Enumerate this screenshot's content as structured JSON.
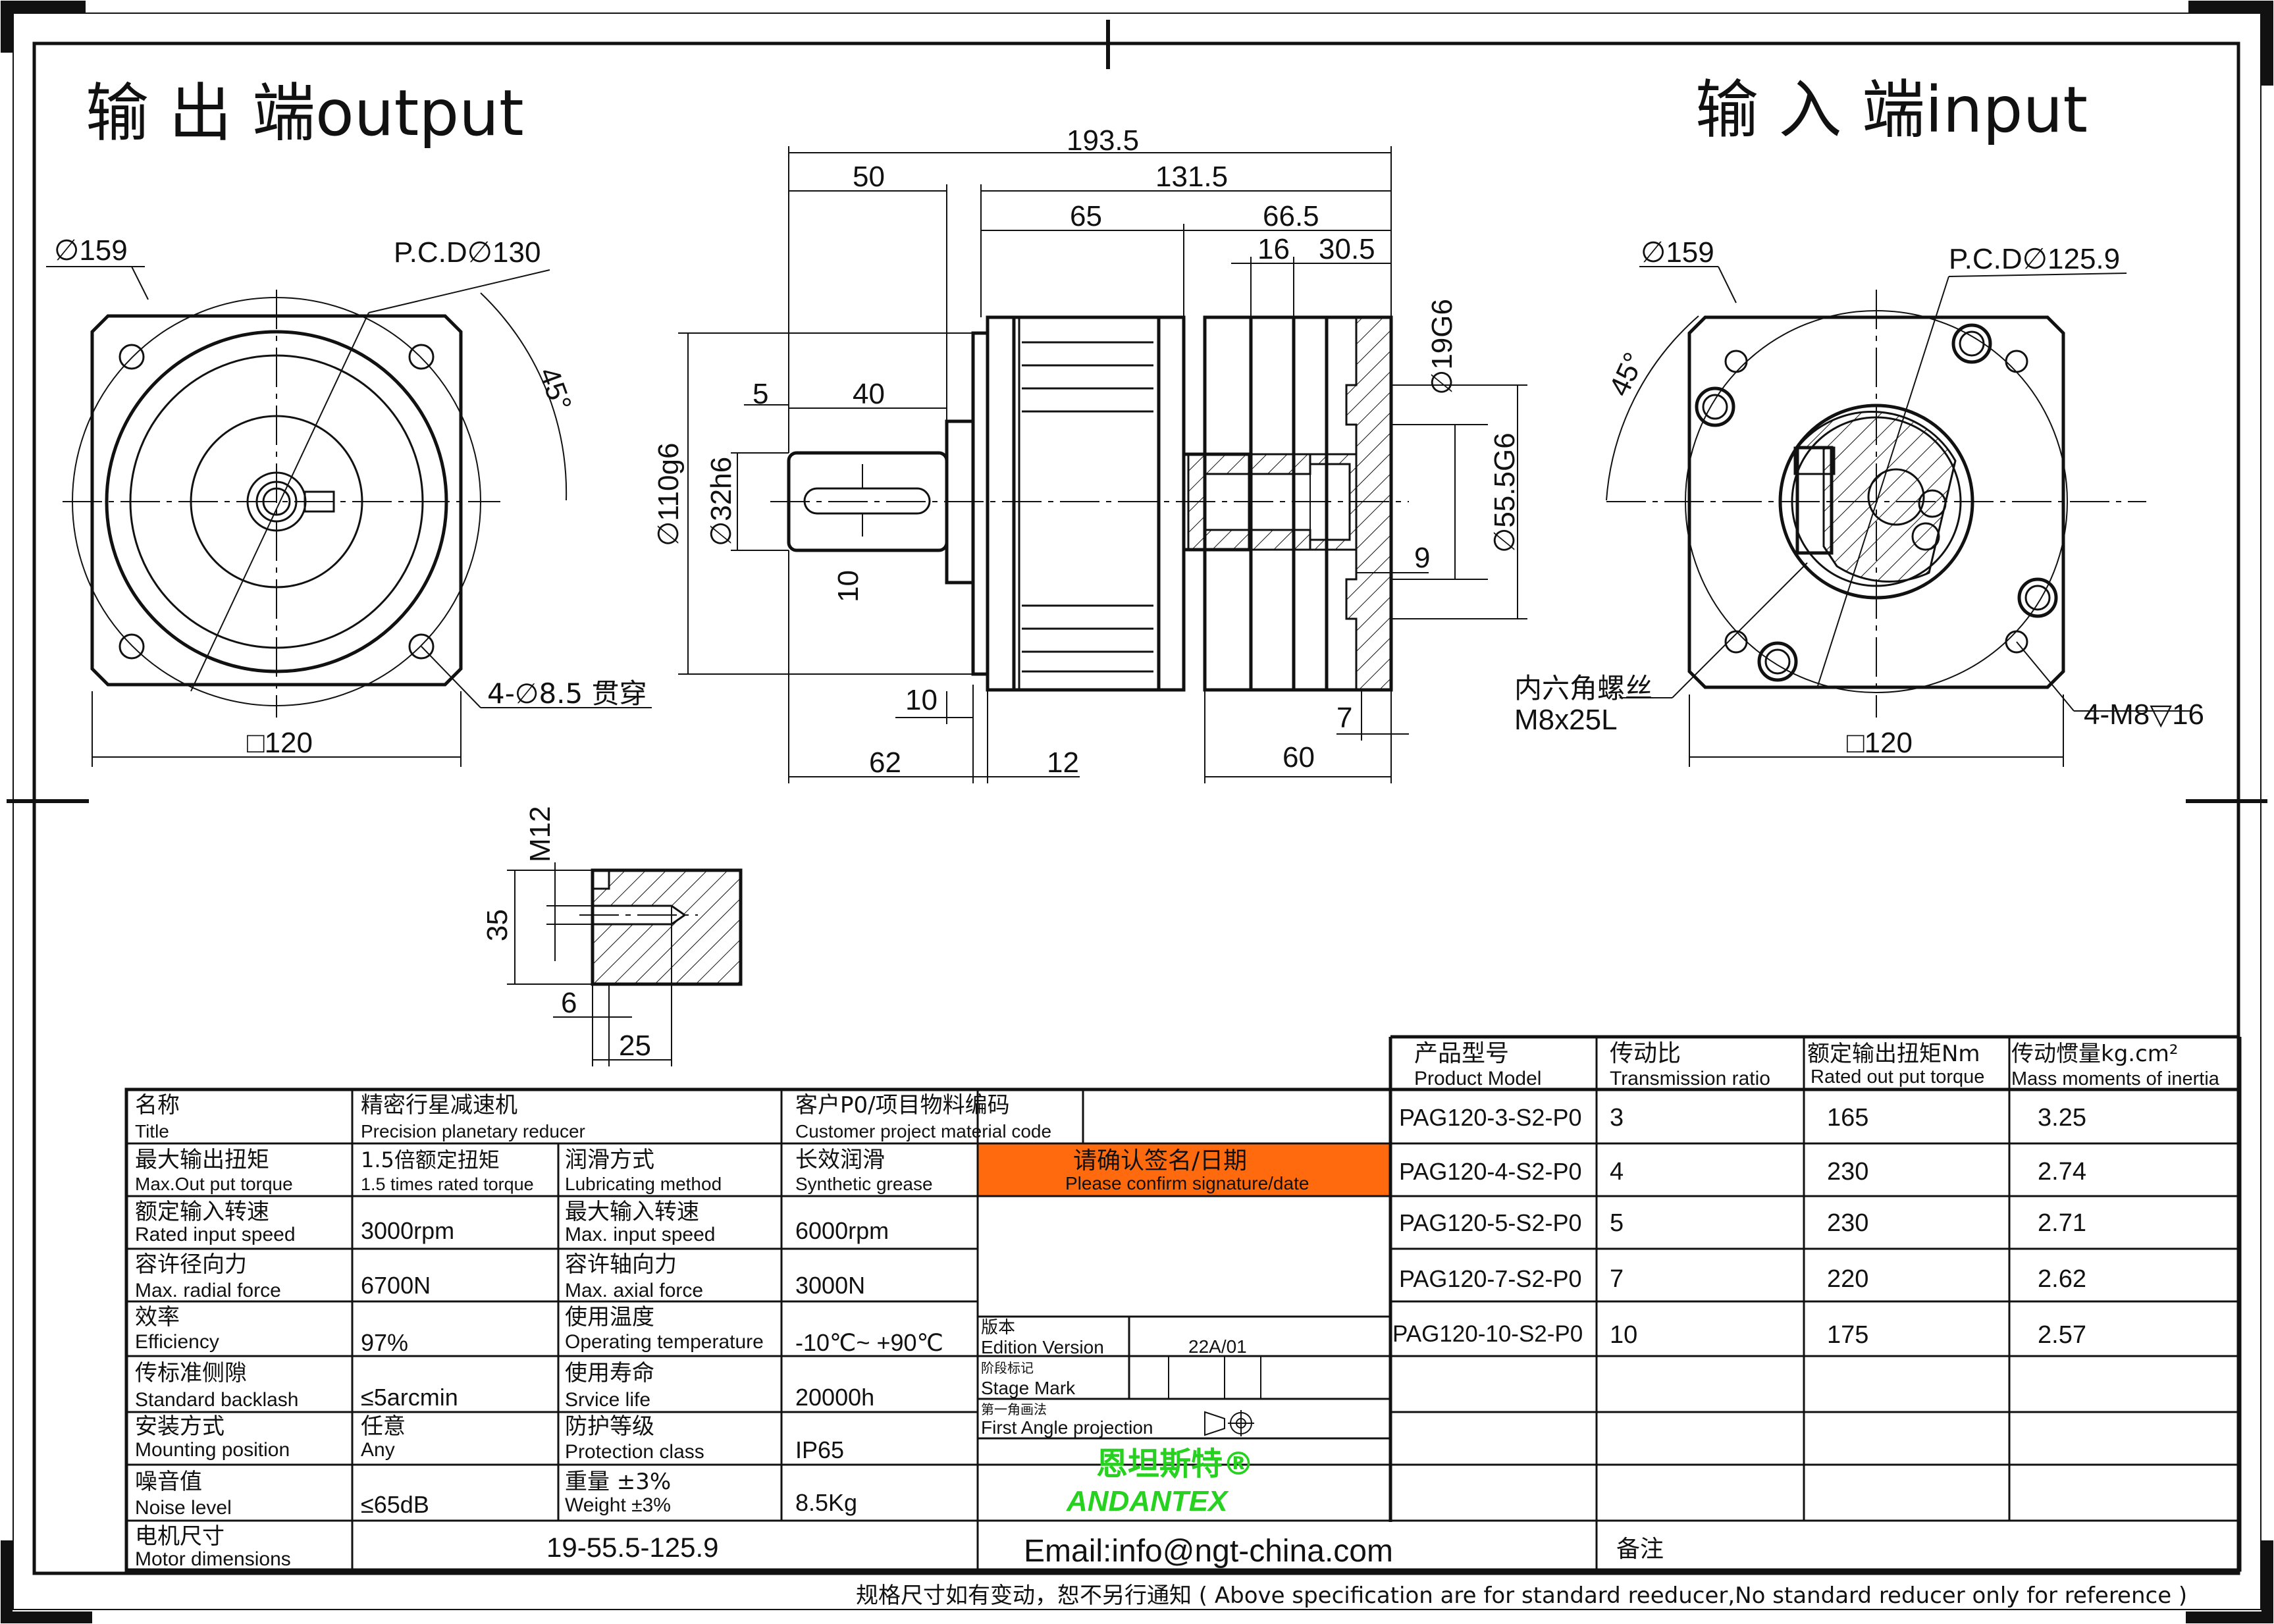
{
  "titles": {
    "output": "输 出 端output",
    "input": "输 入 端input"
  },
  "output_view": {
    "outer_dia": "∅159",
    "pcd": "P.C.D∅130",
    "angle": "45°",
    "holes": "4-∅8.5 贯穿",
    "square": "□120"
  },
  "input_view": {
    "outer_dia": "∅159",
    "pcd": "P.C.D∅125.9",
    "angle": "45°",
    "screw_cn": "内六角螺丝",
    "screw": "M8x25L",
    "threads": "4-M8▽16",
    "square": "□120"
  },
  "side_view": {
    "total": "193.5",
    "d50": "50",
    "d131": "131.5",
    "d65": "65",
    "d66": "66.5",
    "d16": "16",
    "d30": "30.5",
    "d5": "5",
    "d40": "40",
    "d10v": "10",
    "d10h": "10",
    "d62": "62",
    "d12": "12",
    "d60": "60",
    "d7": "7",
    "d9": "9",
    "dia110": "∅110g6",
    "dia32": "∅32h6",
    "dia19": "∅19G6",
    "dia55": "∅55.5G6"
  },
  "detail_view": {
    "thread": "M12",
    "d35": "35",
    "d6": "6",
    "d25": "25"
  },
  "spec_table": {
    "rows": [
      {
        "k1_cn": "名称",
        "k1_en": "Title",
        "v1_cn": "精密行星减速机",
        "v1_en": "Precision planetary reducer",
        "k2_cn": "客户P0/项目物料编码",
        "k2_en": "Customer project material code",
        "v2": ""
      },
      {
        "k1_cn": "最大输出扭矩",
        "k1_en": "Max.Out put torque",
        "v1_cn": "1.5倍额定扭矩",
        "v1_en": "1.5 times rated torque",
        "k2_cn": "润滑方式",
        "k2_en": "Lubricating method",
        "v2_cn": "长效润滑",
        "v2_en": "Synthetic grease"
      },
      {
        "k1_cn": "额定输入转速",
        "k1_en": "Rated input speed",
        "v1": "3000rpm",
        "k2_cn": "最大输入转速",
        "k2_en": "Max. input speed",
        "v2": "6000rpm"
      },
      {
        "k1_cn": "容许径向力",
        "k1_en": "Max. radial force",
        "v1": "6700N",
        "k2_cn": "容许轴向力",
        "k2_en": "Max. axial force",
        "v2": "3000N"
      },
      {
        "k1_cn": "效率",
        "k1_en": "Efficiency",
        "v1": "97%",
        "k2_cn": "使用温度",
        "k2_en": "Operating temperature",
        "v2": "-10℃~ +90℃"
      },
      {
        "k1_cn": "传标准侧隙",
        "k1_en": "Standard backlash",
        "v1": "≤5arcmin",
        "k2_cn": "使用寿命",
        "k2_en": "Srvice life",
        "v2": "20000h"
      },
      {
        "k1_cn": "安装方式",
        "k1_en": "Mounting position",
        "v1_cn": "任意",
        "v1_en": "Any",
        "k2_cn": "防护等级",
        "k2_en": "Protection class",
        "v2": "IP65"
      },
      {
        "k1_cn": "噪音值",
        "k1_en": "Noise level",
        "v1": "≤65dB",
        "k2_cn": "重量 ±3%",
        "k2_en": "Weight ±3%",
        "v2": "8.5Kg"
      },
      {
        "k1_cn": "电机尺寸",
        "k1_en": "Motor dimensions",
        "v1": "19-55.5-125.9"
      }
    ],
    "confirm_cn": "请确认签名/日期",
    "confirm_en": "Please confirm signature/date",
    "edition_cn": "版本",
    "edition_en": "Edition Version",
    "edition_val": "22A/01",
    "stage_cn": "阶段标记",
    "stage_en": "Stage Mark",
    "proj_cn": "第一角画法",
    "proj_en": "First Angle projection",
    "brand_cn": "恩坦斯特®",
    "brand_en": "ANDANTEX",
    "email": "Email:info@ngt-china.com",
    "remark": "备注"
  },
  "model_table": {
    "headers": [
      {
        "cn": "产品型号",
        "en": "Product Model"
      },
      {
        "cn": "传动比",
        "en": "Transmission ratio"
      },
      {
        "cn": "额定输出扭矩Nm",
        "en": "Rated out put torque"
      },
      {
        "cn": "传动惯量kg.cm²",
        "en": "Mass moments of inertia"
      }
    ],
    "rows": [
      [
        "PAG120-3-S2-P0",
        "3",
        "165",
        "3.25"
      ],
      [
        "PAG120-4-S2-P0",
        "4",
        "230",
        "2.74"
      ],
      [
        "PAG120-5-S2-P0",
        "5",
        "230",
        "2.71"
      ],
      [
        "PAG120-7-S2-P0",
        "7",
        "220",
        "2.62"
      ],
      [
        "PAG120-10-S2-P0",
        "10",
        "175",
        "2.57"
      ]
    ]
  },
  "footer": "规格尺寸如有变动，恕不另行通知 ( Above specification are for standard reeducer,No standard reducer only for reference )",
  "colors": {
    "confirm_bg": "#ff6a0e",
    "brand": "#27d11f"
  }
}
